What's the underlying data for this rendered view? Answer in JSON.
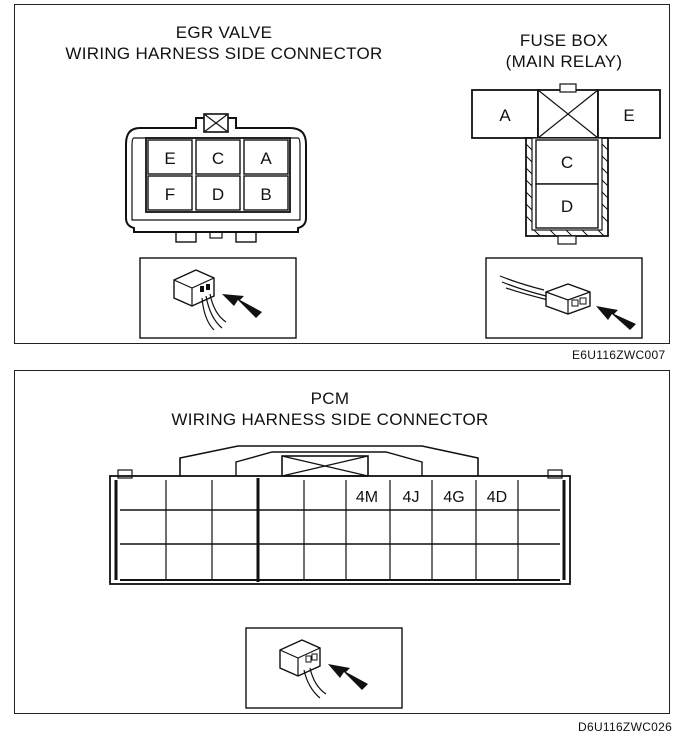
{
  "top_panel": {
    "egr": {
      "title_line1": "EGR VALVE",
      "title_line2": "WIRING HARNESS SIDE CONNECTOR",
      "pins": [
        "E",
        "C",
        "A",
        "F",
        "D",
        "B"
      ]
    },
    "fuse": {
      "title_line1": "FUSE BOX",
      "title_line2": "(MAIN RELAY)",
      "pins": [
        "A",
        "E",
        "C",
        "D"
      ]
    },
    "figure_code": "E6U116ZWC007"
  },
  "bottom_panel": {
    "title_line1": "PCM",
    "title_line2": "WIRING HARNESS SIDE CONNECTOR",
    "pins": [
      "4M",
      "4J",
      "4G",
      "4D"
    ],
    "figure_code": "D6U116ZWC026"
  }
}
